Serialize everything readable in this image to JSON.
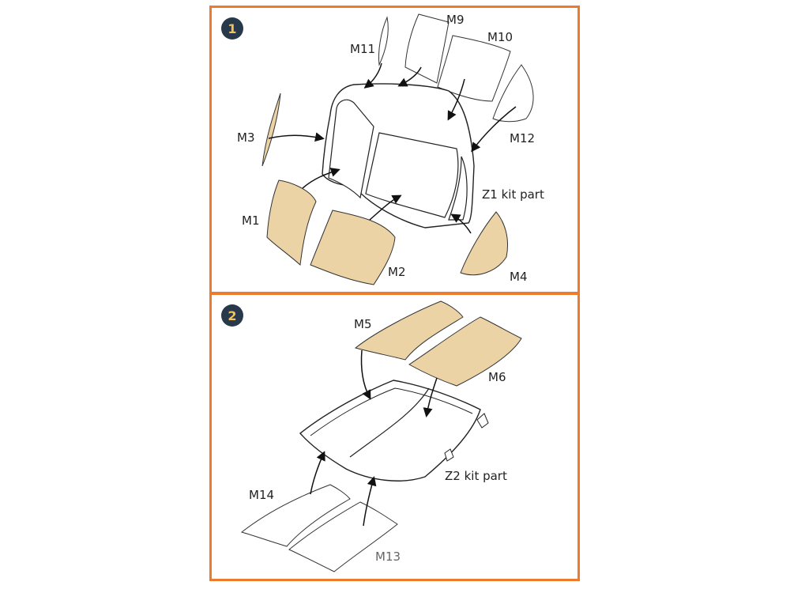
{
  "steps": [
    "1",
    "2"
  ],
  "panel1": {
    "labels": {
      "m11": "M11",
      "m9": "M9",
      "m10": "M10",
      "m3": "M3",
      "m12": "M12",
      "z1": "Z1 kit part",
      "m1": "M1",
      "m2": "M2",
      "m4": "M4"
    }
  },
  "panel2": {
    "labels": {
      "m5": "M5",
      "m6": "M6",
      "z2": "Z2 kit part",
      "m14": "M14",
      "m13": "M13"
    }
  },
  "colors": {
    "frame": "#ee7a2b",
    "mask": "#ecd3a6",
    "badge": "#27394a",
    "badge_text": "#f3c35a"
  }
}
